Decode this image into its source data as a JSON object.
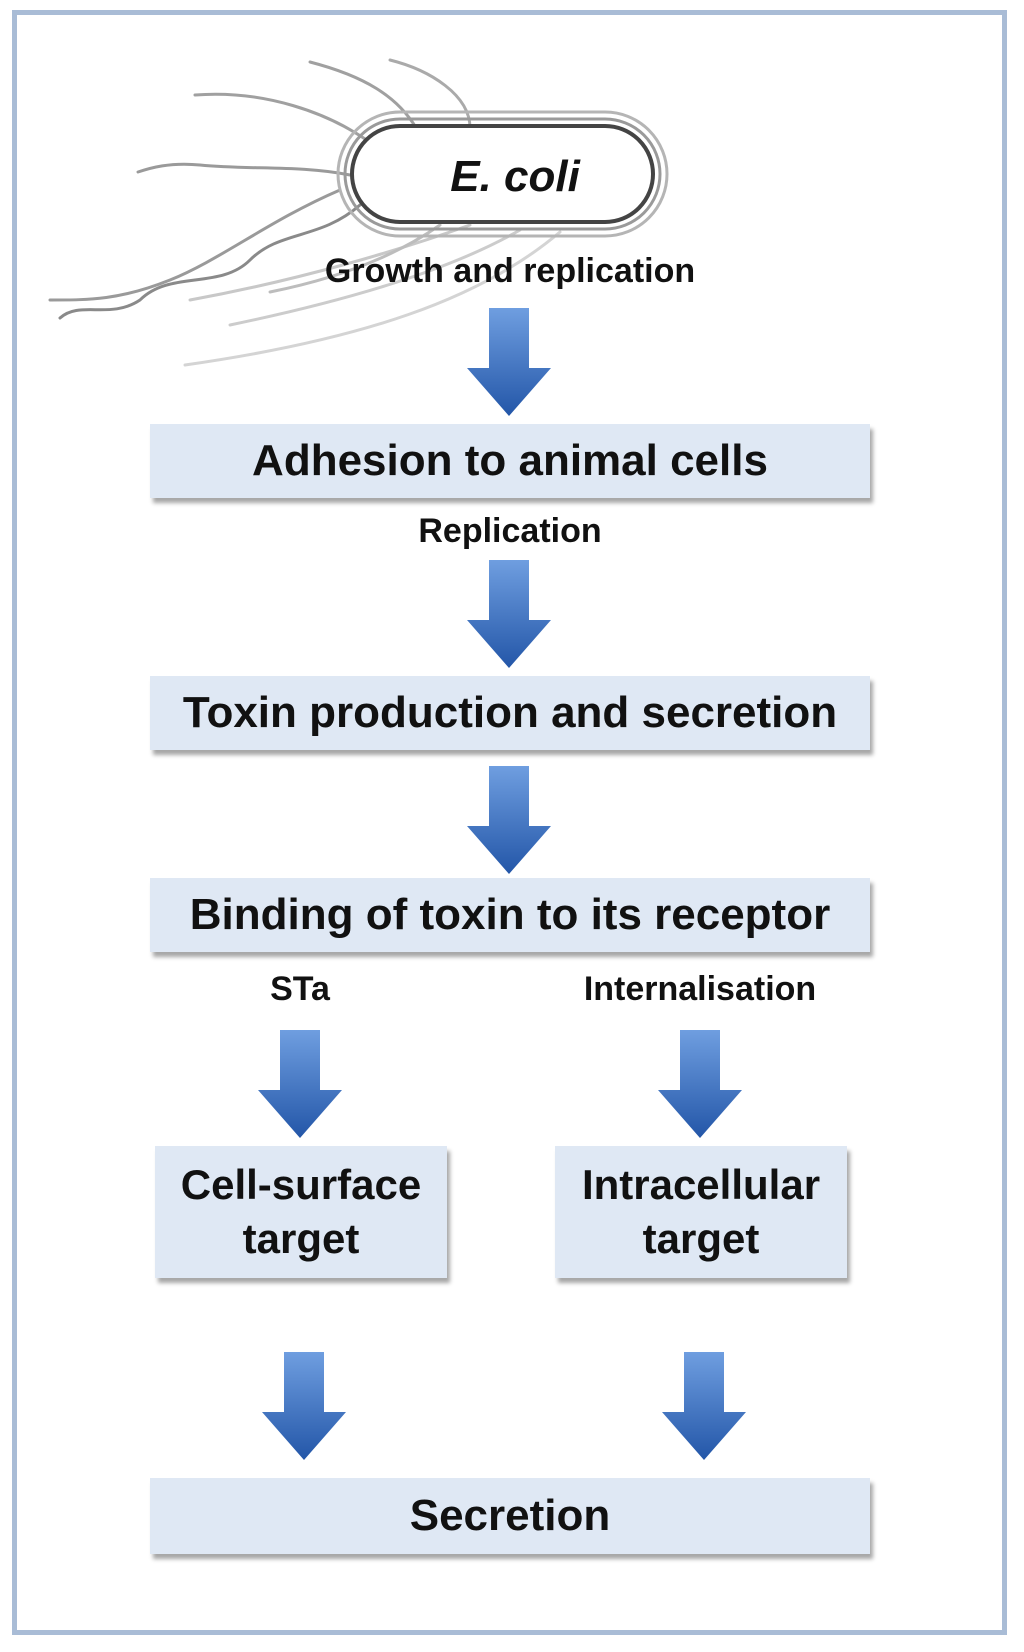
{
  "organism": "E. coli",
  "steps": {
    "growth": "Growth and replication",
    "adhesion": "Adhesion to animal cells",
    "replication": "Replication",
    "toxin": "Toxin production and secretion",
    "binding": "Binding of toxin to its receptor",
    "sta": "STa",
    "internalisation": "Internalisation",
    "cell_surface_line1": "Cell-surface",
    "cell_surface_line2": "target",
    "intracellular_line1": "Intracellular",
    "intracellular_line2": "target",
    "secretion": "Secretion"
  },
  "colors": {
    "box_fill": "#dfe8f4",
    "arrow_top": "#6f9ee0",
    "arrow_bottom": "#2356a8",
    "frame": "#a9bcd6"
  }
}
